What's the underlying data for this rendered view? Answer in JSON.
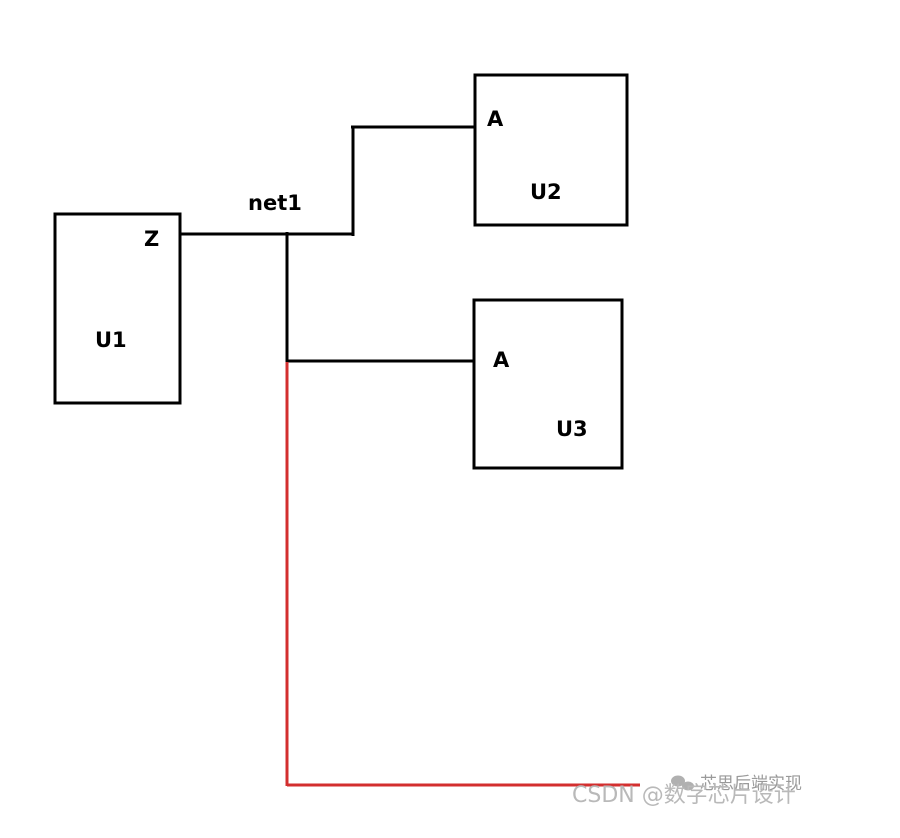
{
  "diagram": {
    "blocks": [
      {
        "id": "U1",
        "name": "U1",
        "pin": "Z"
      },
      {
        "id": "U2",
        "name": "U2",
        "pin": "A"
      },
      {
        "id": "U3",
        "name": "U3",
        "pin": "A"
      }
    ],
    "net_label": "net1",
    "colors": {
      "wire": "#000000",
      "highlight_wire": "#d32f2f",
      "block_border": "#000000"
    }
  },
  "watermark": {
    "main": "CSDN @数字芯片设计",
    "secondary": "芯思后端实现",
    "icon": "wechat-icon"
  }
}
